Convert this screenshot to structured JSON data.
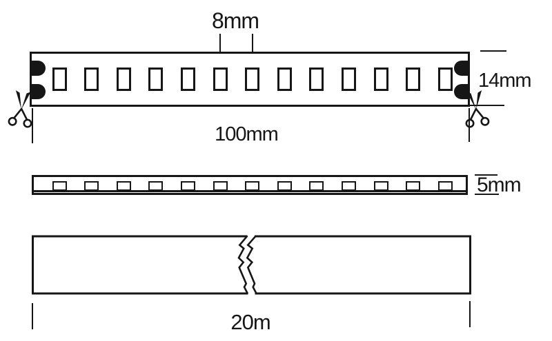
{
  "colors": {
    "ink": "#161616",
    "background": "#ffffff"
  },
  "diagram": {
    "top_view": {
      "led_count": 13,
      "solder_pads_per_side": 2,
      "labels": {
        "led_pitch": "8mm",
        "strip_width": "14mm",
        "cut_length": "100mm"
      }
    },
    "side_view": {
      "led_count": 13,
      "labels": {
        "profile_height": "5mm"
      }
    },
    "reel_view": {
      "labels": {
        "reel_length": "20m"
      }
    },
    "icons": {
      "cut_marks": "scissors-icon"
    }
  }
}
